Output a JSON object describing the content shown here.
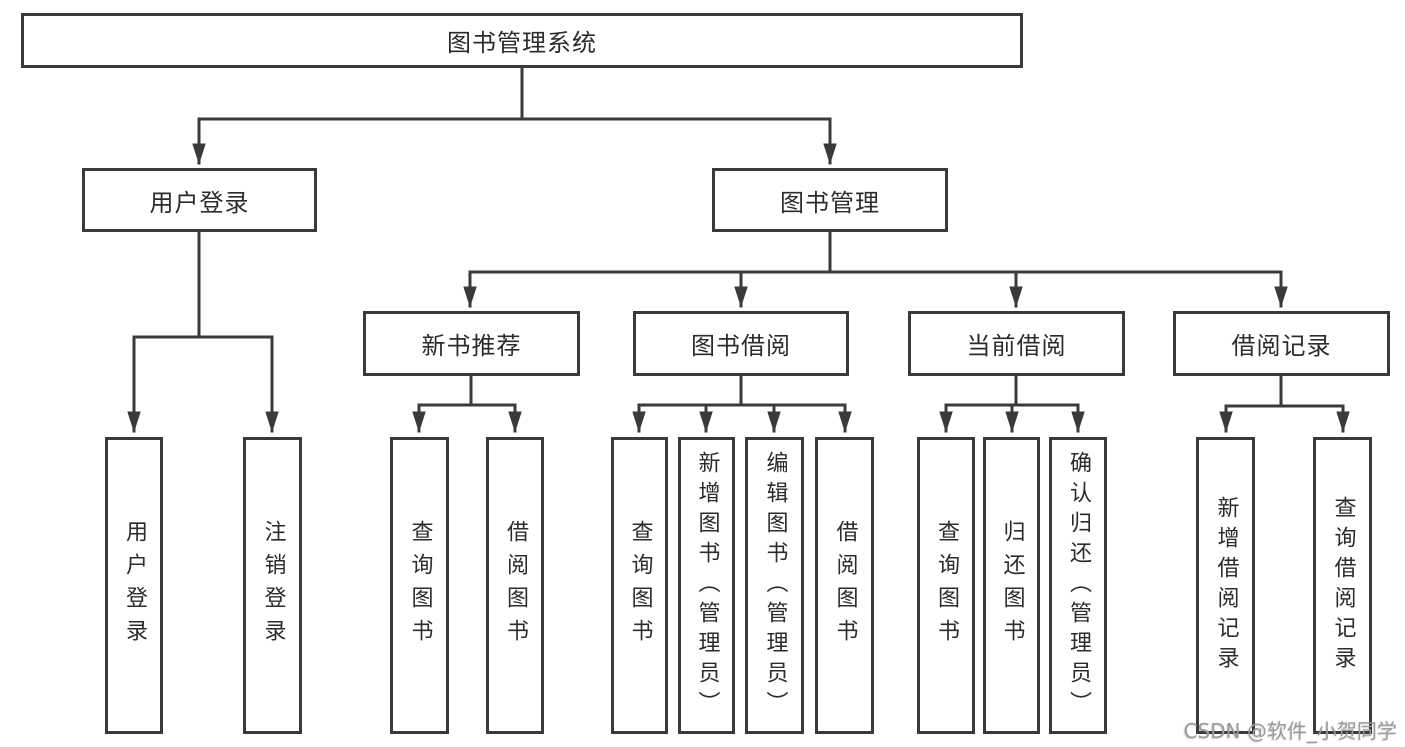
{
  "diagram": {
    "root": {
      "label": "图书管理系统"
    },
    "branches": [
      {
        "label": "用户登录",
        "children": [
          {
            "label": "用户登录"
          },
          {
            "label": "注销登录"
          }
        ]
      },
      {
        "label": "图书管理",
        "children": [
          {
            "label": "新书推荐",
            "children": [
              {
                "label": "查询图书"
              },
              {
                "label": "借阅图书"
              }
            ]
          },
          {
            "label": "图书借阅",
            "children": [
              {
                "label": "查询图书"
              },
              {
                "label": "新增图书（管理员）"
              },
              {
                "label": "编辑图书（管理员）"
              },
              {
                "label": "借阅图书"
              }
            ]
          },
          {
            "label": "当前借阅",
            "children": [
              {
                "label": "查询图书"
              },
              {
                "label": "归还图书"
              },
              {
                "label": "确认归还（管理员）"
              }
            ]
          },
          {
            "label": "借阅记录",
            "children": [
              {
                "label": "新增借阅记录"
              },
              {
                "label": "查询借阅记录"
              }
            ]
          }
        ]
      }
    ],
    "watermark": "CSDN @软件_小贺同学",
    "colors": {
      "line": "#3a3a3a",
      "text": "#2c2c2c",
      "watermark": "#9b9b9b",
      "background": "#ffffff"
    }
  }
}
